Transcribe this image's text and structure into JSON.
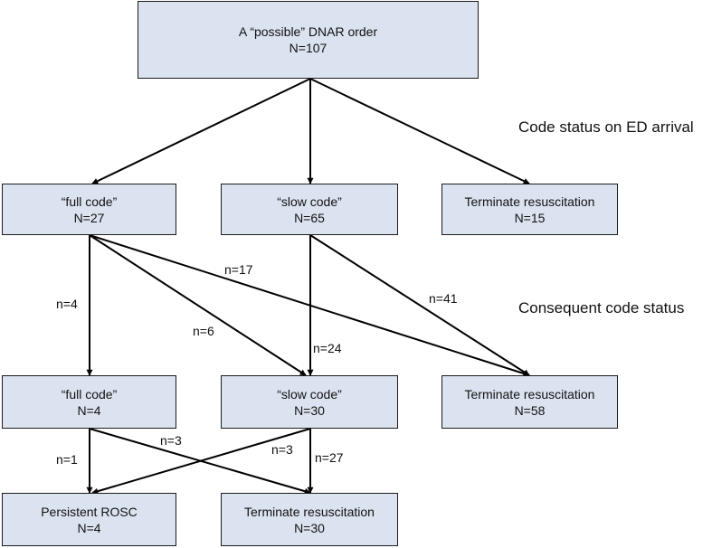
{
  "colors": {
    "box_fill": "#dce3f0",
    "box_border": "#1c1c1c",
    "arrow": "#000000"
  },
  "headings": {
    "arrival": "Code status on ED arrival",
    "consequent": "Consequent code status"
  },
  "nodes": {
    "root": {
      "label": "A “possible” DNAR order",
      "count": "N=107"
    },
    "arrival_full": {
      "label": "“full code”",
      "count": "N=27"
    },
    "arrival_slow": {
      "label": "“slow code”",
      "count": "N=65"
    },
    "arrival_terminate": {
      "label": "Terminate resuscitation",
      "count": "N=15"
    },
    "consequent_full": {
      "label": "“full code”",
      "count": "N=4"
    },
    "consequent_slow": {
      "label": "“slow code”",
      "count": "N=30"
    },
    "consequent_terminate": {
      "label": "Terminate resuscitation",
      "count": "N=58"
    },
    "outcome_rosc": {
      "label": "Persistent ROSC",
      "count": "N=4"
    },
    "outcome_terminate": {
      "label": "Terminate resuscitation",
      "count": "N=30"
    }
  },
  "edges": [
    {
      "from": "root",
      "to": "arrival_full",
      "label": ""
    },
    {
      "from": "root",
      "to": "arrival_slow",
      "label": ""
    },
    {
      "from": "root",
      "to": "arrival_terminate",
      "label": ""
    },
    {
      "from": "arrival_full",
      "to": "consequent_full",
      "label": "n=4"
    },
    {
      "from": "arrival_full",
      "to": "consequent_slow",
      "label": "n=6"
    },
    {
      "from": "arrival_full",
      "to": "consequent_terminate",
      "label": "n=17"
    },
    {
      "from": "arrival_slow",
      "to": "consequent_slow",
      "label": "n=24"
    },
    {
      "from": "arrival_slow",
      "to": "consequent_terminate",
      "label": "n=41"
    },
    {
      "from": "consequent_full",
      "to": "outcome_rosc",
      "label": "n=1"
    },
    {
      "from": "consequent_full",
      "to": "outcome_terminate",
      "label": "n=3"
    },
    {
      "from": "consequent_slow",
      "to": "outcome_rosc",
      "label": "n=3"
    },
    {
      "from": "consequent_slow",
      "to": "outcome_terminate",
      "label": "n=27"
    }
  ]
}
